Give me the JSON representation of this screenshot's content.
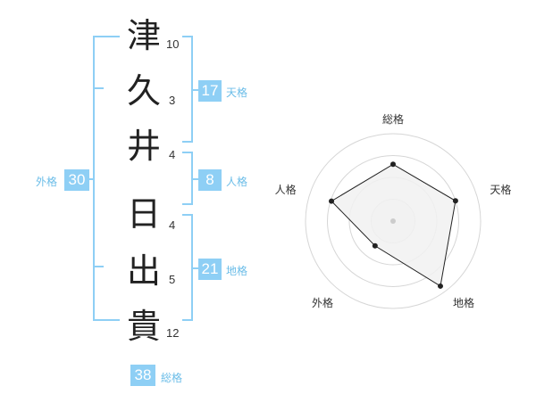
{
  "name_chars": [
    {
      "char": "津",
      "strokes": "10"
    },
    {
      "char": "久",
      "strokes": "3"
    },
    {
      "char": "井",
      "strokes": "4"
    },
    {
      "char": "日",
      "strokes": "4"
    },
    {
      "char": "出",
      "strokes": "5"
    },
    {
      "char": "貴",
      "strokes": "12"
    }
  ],
  "kaku": {
    "tenkaku": {
      "value": "17",
      "label": "天格"
    },
    "jinkaku": {
      "value": "8",
      "label": "人格"
    },
    "chikaku": {
      "value": "21",
      "label": "地格"
    },
    "gaikaku": {
      "value": "30",
      "label": "外格"
    },
    "soukaku": {
      "value": "38",
      "label": "総格"
    }
  },
  "colors": {
    "accent": "#8ecff5",
    "accent_text": "#6bbde8"
  },
  "chart_data": {
    "type": "radar",
    "axes": [
      "総格",
      "天格",
      "地格",
      "外格",
      "人格"
    ],
    "values": [
      0.65,
      0.75,
      0.92,
      0.35,
      0.74
    ],
    "rmax": 1,
    "rings": 4,
    "grid": true
  }
}
